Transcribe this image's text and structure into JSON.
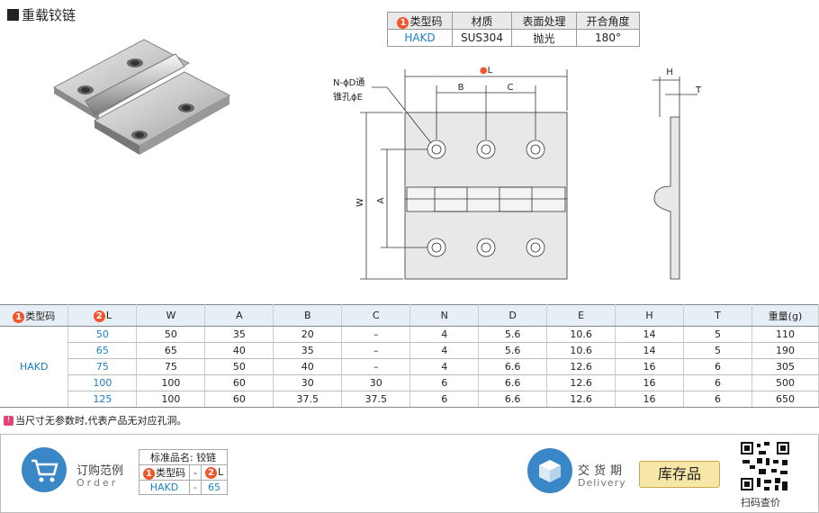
{
  "title": "重载铰链",
  "spec_table": {
    "headers": [
      "类型码",
      "材质",
      "表面处理",
      "开合角度"
    ],
    "badge1": "1",
    "row": [
      "HAKD",
      "SUS304",
      "抛光",
      "180°"
    ]
  },
  "drawing": {
    "label_L": "L",
    "label_B": "B",
    "label_C": "C",
    "label_H": "H",
    "label_T": "T",
    "label_W": "W",
    "label_A": "A",
    "label_hole1": "N-ϕD通",
    "label_hole2": "锥孔ϕE",
    "badge2": "2"
  },
  "dim_table": {
    "headers": [
      "类型码",
      "L",
      "W",
      "A",
      "B",
      "C",
      "N",
      "D",
      "E",
      "H",
      "T",
      "重量(g)"
    ],
    "model": "HAKD",
    "rows": [
      [
        "50",
        "50",
        "35",
        "20",
        "–",
        "4",
        "5.6",
        "10.6",
        "14",
        "5",
        "110"
      ],
      [
        "65",
        "65",
        "40",
        "35",
        "–",
        "4",
        "5.6",
        "10.6",
        "14",
        "5",
        "190"
      ],
      [
        "75",
        "75",
        "50",
        "40",
        "–",
        "4",
        "6.6",
        "12.6",
        "16",
        "6",
        "305"
      ],
      [
        "100",
        "100",
        "60",
        "30",
        "30",
        "6",
        "6.6",
        "12.6",
        "16",
        "6",
        "500"
      ],
      [
        "125",
        "100",
        "60",
        "37.5",
        "37.5",
        "6",
        "6.6",
        "12.6",
        "16",
        "6",
        "650"
      ]
    ]
  },
  "note": "当尺寸无参数时,代表产品无对应孔洞。",
  "note_icon": "!",
  "order_example": {
    "title": "订购范例",
    "subtitle": "Order",
    "std_name": "标准品名: 铰链",
    "col1": "类型码",
    "sep": "-",
    "col2": "L",
    "val1": "HAKD",
    "val_sep": "-",
    "val2": "65"
  },
  "delivery": {
    "title": "交货期",
    "subtitle": "Delivery",
    "stock": "库存品"
  },
  "qr_label": "扫码查价"
}
